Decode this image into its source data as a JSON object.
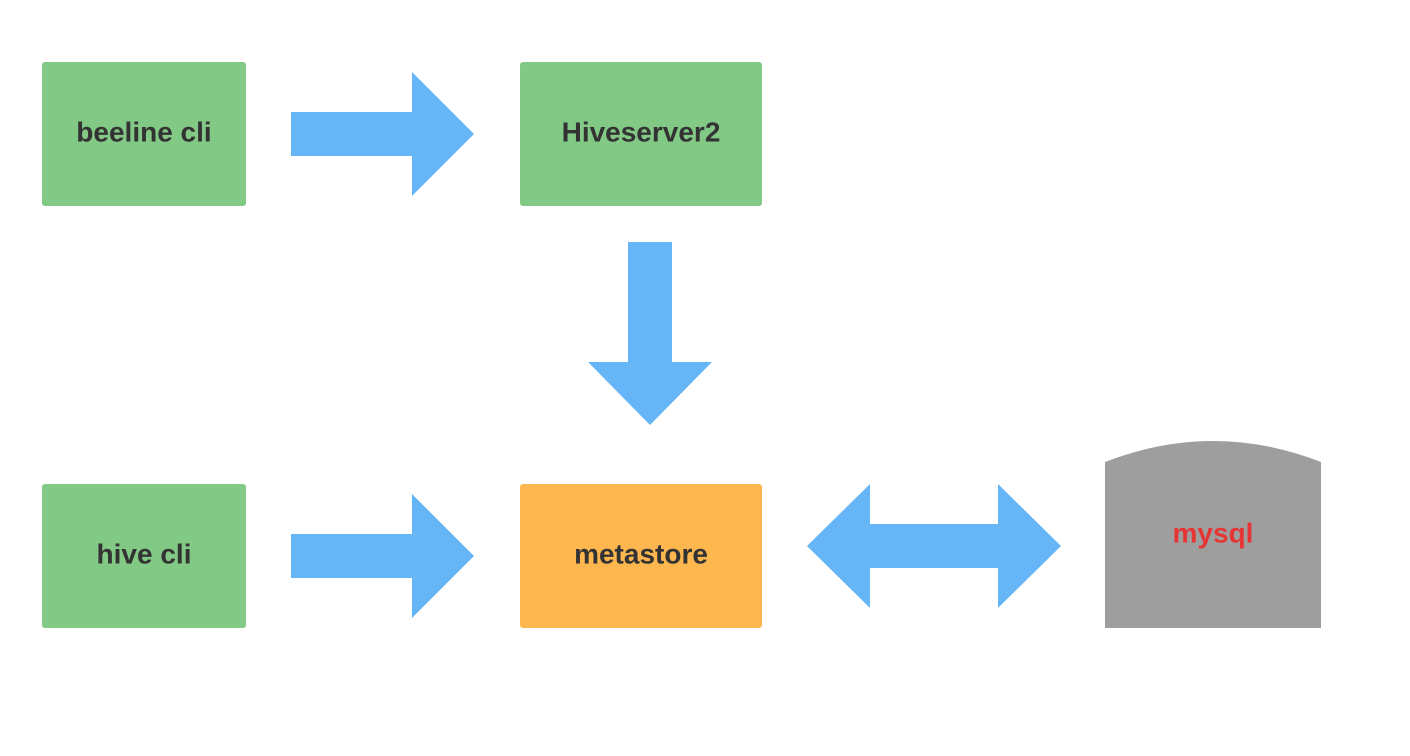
{
  "colors": {
    "client_box": "#82C985",
    "metastore_box": "#FDB74E",
    "database": "#9E9E9E",
    "arrow": "#66B5F6",
    "label_text": "#333333",
    "database_text": "#E53535"
  },
  "nodes": {
    "beeline_cli": {
      "label": "beeline cli",
      "shape": "rectangle"
    },
    "hiveserver2": {
      "label": "Hiveserver2",
      "shape": "rectangle"
    },
    "hive_cli": {
      "label": "hive cli",
      "shape": "rectangle"
    },
    "metastore": {
      "label": "metastore",
      "shape": "rectangle"
    },
    "mysql": {
      "label": "mysql",
      "shape": "database"
    }
  },
  "edges": [
    {
      "from": "beeline_cli",
      "to": "hiveserver2",
      "direction": "right"
    },
    {
      "from": "hiveserver2",
      "to": "metastore",
      "direction": "down"
    },
    {
      "from": "hive_cli",
      "to": "metastore",
      "direction": "right"
    },
    {
      "from": "metastore",
      "to": "mysql",
      "direction": "bidirectional"
    }
  ]
}
